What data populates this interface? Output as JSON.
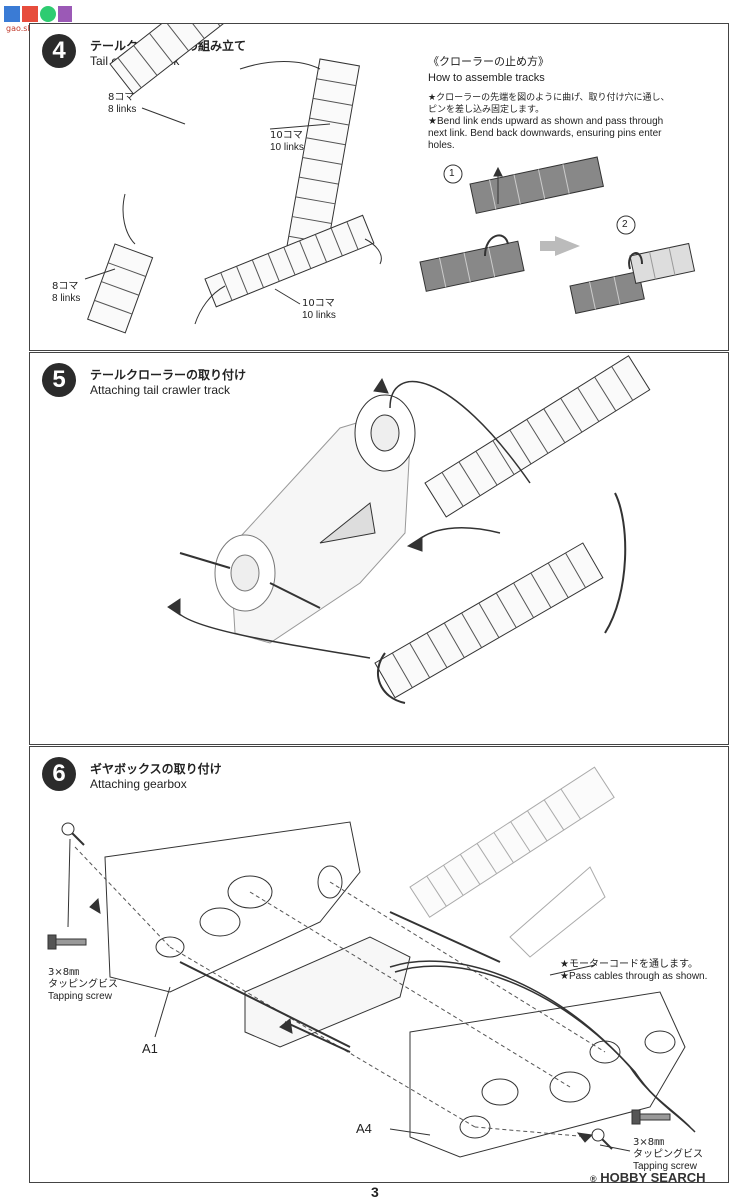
{
  "watermark": {
    "url": "gao.shou.com"
  },
  "step4": {
    "number": "4",
    "title_jp": "テールクローラーの組み立て",
    "title_en": "Tail crawler track",
    "label_a_jp": "8コマ",
    "label_a_en": "8 links",
    "label_b_jp": "10コマ",
    "label_b_en": "10 links",
    "label_c_jp": "8コマ",
    "label_c_en": "8 links",
    "label_d_jp": "10コマ",
    "label_d_en": "10 links",
    "howto_jp": "《クローラーの止め方》",
    "howto_en": "How to assemble tracks",
    "note_jp_1": "★クローラーの先端を図のように曲げ、取り付け穴に通し、",
    "note_jp_2": "ピンを差し込み固定します。",
    "note_en_1": "★Bend link ends upward as shown and pass through",
    "note_en_2": "next link. Bend back downwards, ensuring pins enter",
    "note_en_3": "holes.",
    "marker_1": "1",
    "marker_2": "2"
  },
  "step5": {
    "number": "5",
    "title_jp": "テールクローラーの取り付け",
    "title_en": "Attaching tail crawler track"
  },
  "step6": {
    "number": "6",
    "title_jp": "ギヤボックスの取り付け",
    "title_en": "Attaching gearbox",
    "screw_left_jp_1": "3×8㎜",
    "screw_left_jp_2": "タッピングビス",
    "screw_left_en": "Tapping screw",
    "part_a1": "A1",
    "part_a4": "A4",
    "cable_jp": "★モーターコードを通します。",
    "cable_en": "★Pass cables through as shown.",
    "screw_right_jp_1": "3×8㎜",
    "screw_right_jp_2": "タッピングビス",
    "screw_right_en": "Tapping screw"
  },
  "footer": {
    "page": "3",
    "brand": "HOBBY SEARCH",
    "reg": "®"
  }
}
